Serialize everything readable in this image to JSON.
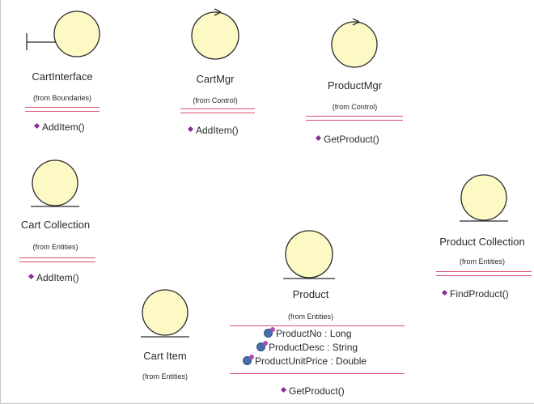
{
  "classes": {
    "cart_interface": {
      "name": "CartInterface",
      "from": "(from Boundaries)",
      "operation": "AddItem()"
    },
    "cart_mgr": {
      "name": "CartMgr",
      "from": "(from Control)",
      "operation": "AddItem()"
    },
    "product_mgr": {
      "name": "ProductMgr",
      "from": "(from Control)",
      "operation": "GetProduct()"
    },
    "cart_collection": {
      "name": "Cart Collection",
      "from": "(from Entities)",
      "operation": "AddItem()"
    },
    "product_collection": {
      "name": "Product Collection",
      "from": "(from Entities)",
      "operation": "FindProduct()"
    },
    "product": {
      "name": "Product",
      "from": "(from Entities)",
      "attributes": [
        "ProductNo : Long",
        "ProductDesc : String",
        "ProductUnitPrice : Double"
      ],
      "operation": "GetProduct()"
    },
    "cart_item": {
      "name": "Cart Item",
      "from": "(from Entities)"
    }
  },
  "colors": {
    "glyph_fill": "#fdf9c4",
    "glyph_stroke": "#2a2a2a",
    "compartment_line": "#d8506a",
    "operation_icon": "#8b2b9b",
    "attribute_icon": "#4a6fa8"
  }
}
